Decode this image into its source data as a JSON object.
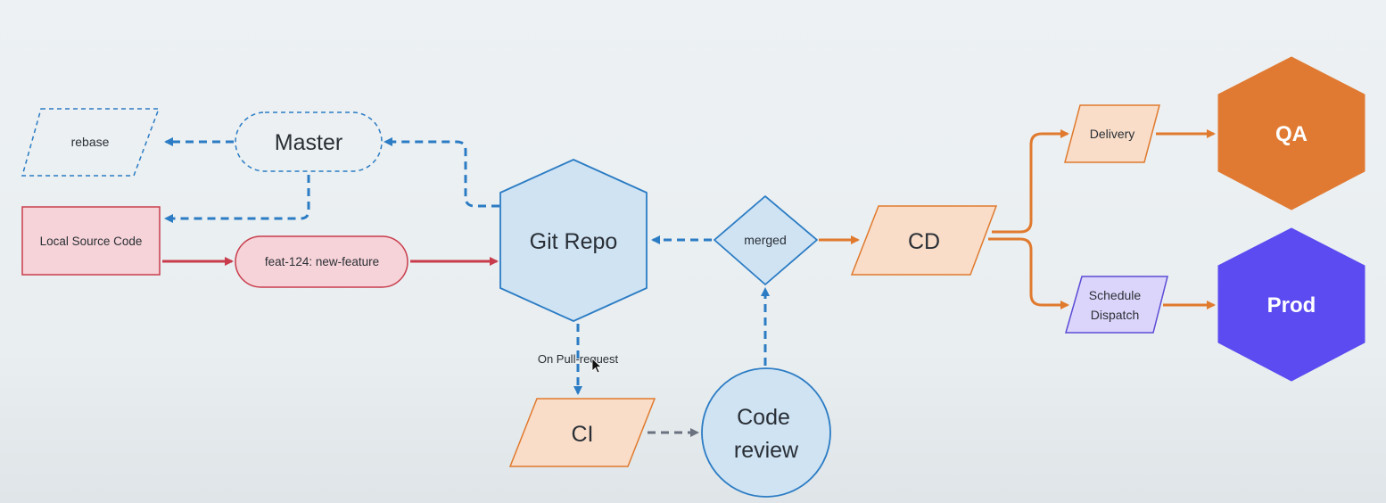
{
  "nodes": {
    "rebase": "rebase",
    "master": "Master",
    "local_source": "Local Source Code",
    "feature_branch": "feat-124: new-feature",
    "git_repo": "Git Repo",
    "merged": "merged",
    "cd": "CD",
    "delivery": "Delivery",
    "schedule_line1": "Schedule",
    "schedule_line2": "Dispatch",
    "qa": "QA",
    "prod": "Prod",
    "ci": "CI",
    "code_review_line1": "Code",
    "code_review_line2": "review"
  },
  "edges": {
    "pull_request_label": "On Pull-request"
  },
  "colors": {
    "blue_stroke": "#2b7cc4",
    "blue_fill": "#cfe3f3",
    "red_stroke": "#c83c4c",
    "red_fill": "#f6d3d8",
    "orange_stroke": "#e07a2e",
    "orange_fill": "#f9ddc8",
    "qa_fill": "#e07a32",
    "prod_fill": "#5b4bf0",
    "schedule_fill": "#dcd5fb",
    "schedule_stroke": "#5b4bd6",
    "gray_arrow": "#6b7280"
  }
}
